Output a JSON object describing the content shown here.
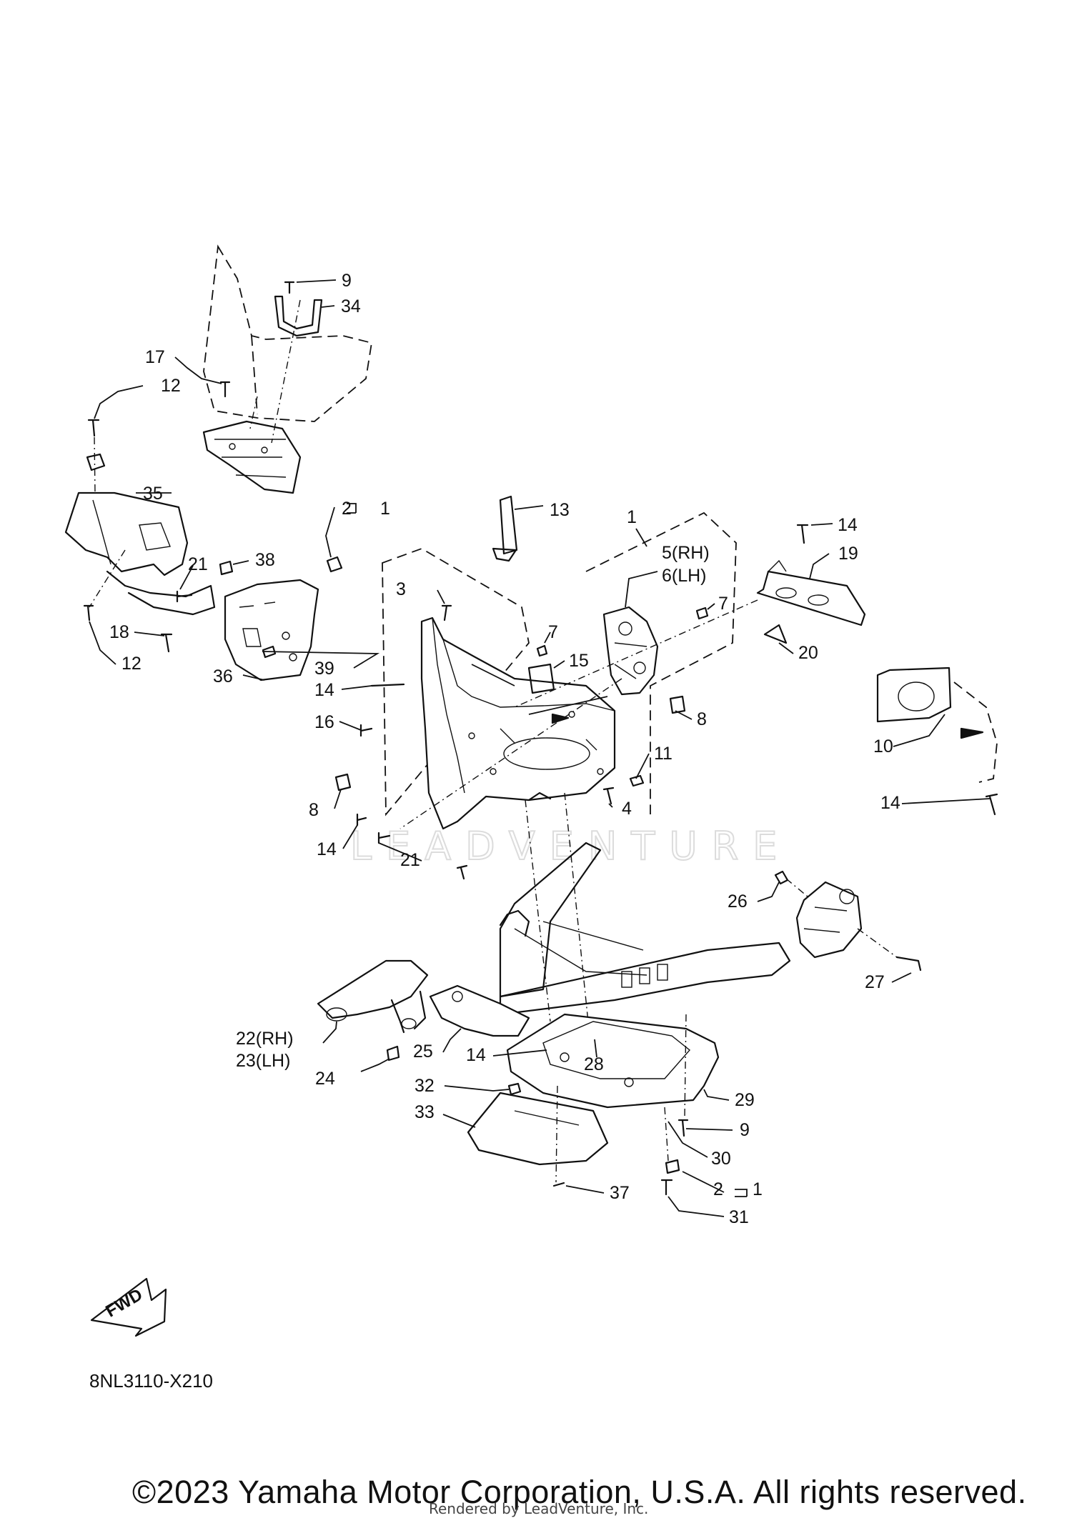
{
  "diagram": {
    "code": "8NL3110-X210",
    "fwd_label": "FWD",
    "watermark": "LEADVENTURE",
    "callouts": {
      "c9a": "9",
      "c34": "34",
      "c17": "17",
      "c12a": "12",
      "c35": "35",
      "c2a": "2",
      "c1a": "1",
      "c21a": "21",
      "c38": "38",
      "c18": "18",
      "c12b": "12",
      "c36": "36",
      "c13": "13",
      "c1b": "1",
      "c14a": "14",
      "c19": "19",
      "c5rh": "5(RH)",
      "c6lh": "6(LH)",
      "c3": "3",
      "c7a": "7",
      "c7b": "7",
      "c15": "15",
      "c20": "20",
      "c39": "39",
      "c14b": "14",
      "c16": "16",
      "c8a": "8",
      "c11": "11",
      "c10": "10",
      "c8b": "8",
      "c4": "4",
      "c14c": "14",
      "c14d": "14",
      "c21b": "21",
      "c26": "26",
      "c27": "27",
      "c22rh": "22(RH)",
      "c23lh": "23(LH)",
      "c25": "25",
      "c14e": "14",
      "c28": "28",
      "c24": "24",
      "c32": "32",
      "c29": "29",
      "c33": "33",
      "c9b": "9",
      "c30": "30",
      "c2b": "2",
      "c1c": "1",
      "c37": "37",
      "c31": "31"
    }
  },
  "footer": {
    "copyright": "©2023 Yamaha Motor Corporation, U.S.A. All rights reserved.",
    "rendered_by": "Rendered by LeadVenture, Inc."
  }
}
